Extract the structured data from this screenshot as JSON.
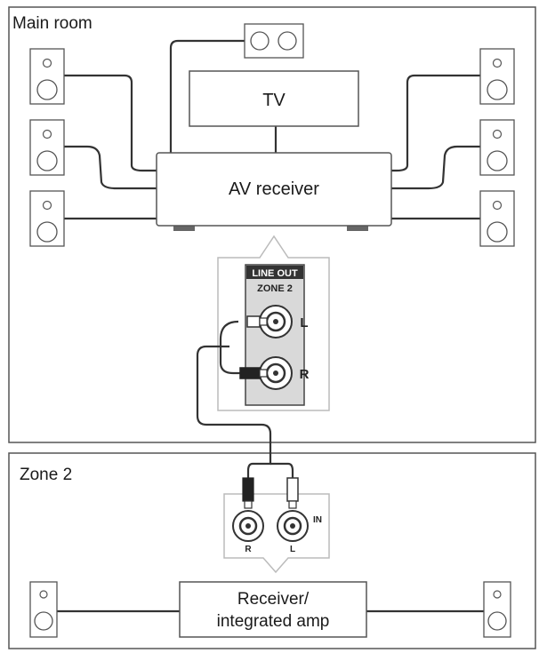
{
  "main_room": {
    "label": "Main room"
  },
  "zone2": {
    "label": "Zone 2"
  },
  "tv": {
    "label": "TV"
  },
  "av_receiver": {
    "label": "AV receiver"
  },
  "line_out_panel": {
    "title": "LINE OUT",
    "subtitle": "ZONE 2",
    "left_label": "L",
    "right_label": "R"
  },
  "zone2_input_panel": {
    "in_label": "IN",
    "right_label": "R",
    "left_label": "L"
  },
  "zone2_receiver": {
    "line1": "Receiver/",
    "line2": "integrated amp"
  },
  "colors": {
    "frame": "#555555",
    "panel_fill": "#d9d9d9",
    "wire": "#333333",
    "label_bg": "#333333"
  }
}
